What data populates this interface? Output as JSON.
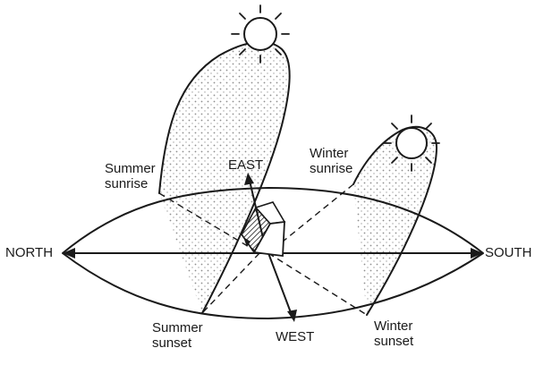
{
  "labels": {
    "north": "NORTH",
    "south": "SOUTH",
    "east": "EAST",
    "west": "WEST",
    "summer_sunrise": [
      "Summer",
      "sunrise"
    ],
    "summer_sunset": [
      "Summer",
      "sunset"
    ],
    "winter_sunrise": [
      "Winter",
      "sunrise"
    ],
    "winter_sunset": [
      "Winter",
      "sunset"
    ]
  },
  "icons": [
    "sun-icon",
    "house-icon"
  ],
  "colors": {
    "ink": "#1a1a1a",
    "background": "#ffffff"
  }
}
